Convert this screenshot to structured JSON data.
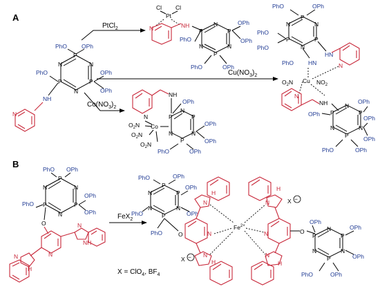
{
  "panels": {
    "a": "A",
    "b": "B"
  },
  "reagents": {
    "pt": "PtCl",
    "pt_sub": "2",
    "cu": "Cu(NO",
    "cu_sub1": "3",
    "cu_close": ")",
    "cu_sub2": "2",
    "co": "Co(NO",
    "co_sub1": "3",
    "co_close": ")",
    "co_sub2": "2",
    "fe": "FeX",
    "fe_sub": "2"
  },
  "labels": {
    "ph_o": "PhO",
    "o_ph": "OPh",
    "p": "P",
    "n": "N",
    "nh": "NH",
    "hn": "HN",
    "h": "H",
    "n_py": "N",
    "o": "O",
    "cl": "Cl",
    "pt": "Pt",
    "cu": "Cu",
    "co": "Co",
    "fe": "Fe",
    "fe_charge": "2+",
    "no2": "NO",
    "no2_sub": "2",
    "o2n": "O",
    "o2n_sub": "2",
    "o2n_n": "N",
    "x": "X",
    "minus": "−"
  },
  "footnote": {
    "prefix": "X = ClO",
    "sub1": "4",
    "mid": ", BF",
    "sub2": "4"
  },
  "colors": {
    "fragment_red": "#c8283a",
    "label_blue": "#1f3a93",
    "bond_black": "#000000"
  }
}
